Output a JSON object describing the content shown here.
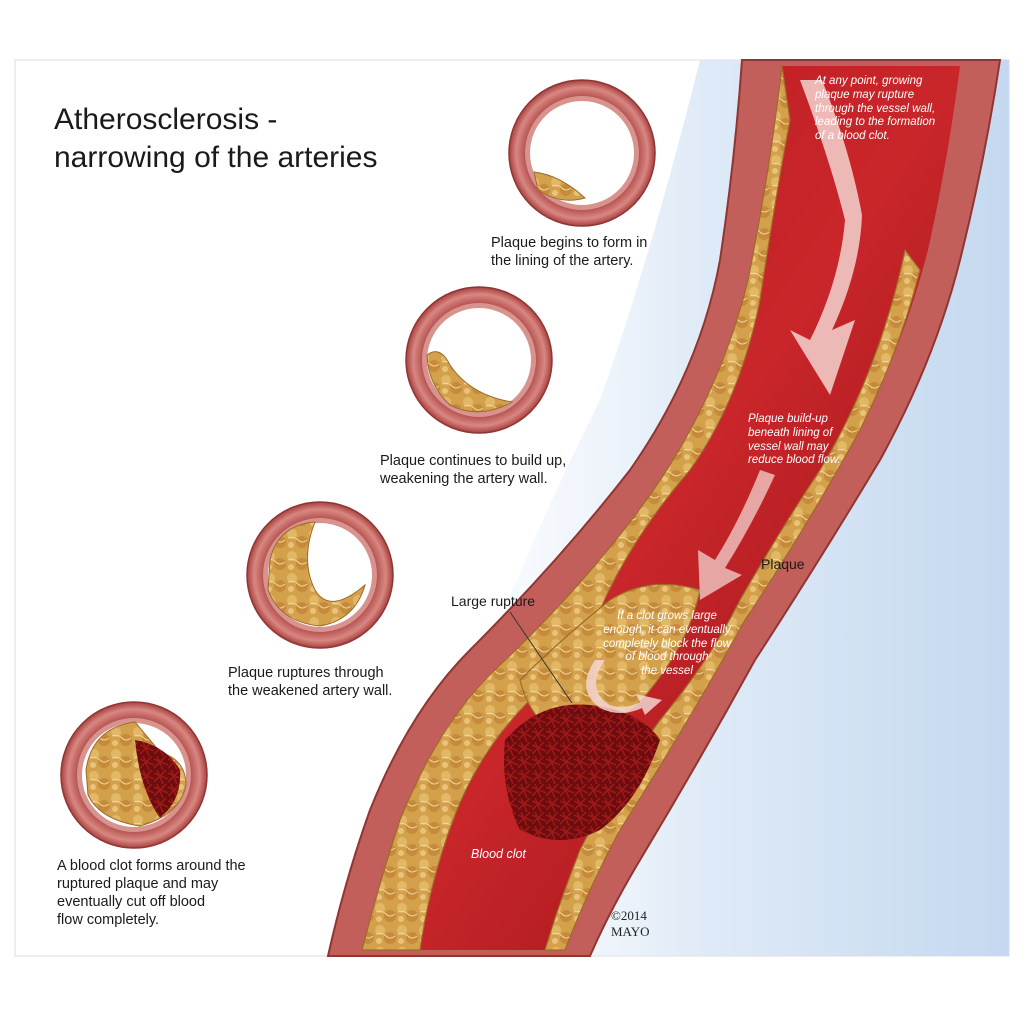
{
  "title_line1": "Atherosclerosis -",
  "title_line2": "narrowing of the arteries",
  "captions": {
    "stage1": [
      "Plaque begins to form in",
      "the lining of the artery."
    ],
    "stage2": [
      "Plaque continues to build up,",
      "weakening the artery wall."
    ],
    "stage3": [
      "Plaque ruptures through",
      "the weakened artery wall."
    ],
    "stage4": [
      "A blood clot forms around the",
      "ruptured plaque and may",
      "eventually cut off blood",
      "flow completely."
    ]
  },
  "callouts": {
    "rupture_note": [
      "At any point, growing",
      "plaque may rupture",
      "through the vessel wall,",
      "leading to the formation",
      "of a blood clot."
    ],
    "buildup_note": [
      "Plaque build-up",
      "beneath lining of",
      "vessel wall may",
      "reduce blood flow."
    ],
    "clot_note": [
      "If a clot grows large",
      "enough, it can eventually",
      "completely block the flow",
      "of blood through",
      "the vessel"
    ],
    "plaque_label": "Plaque",
    "large_rupture_label": "Large rupture",
    "blood_clot_label": "Blood clot"
  },
  "copyright": [
    "©2014",
    "MAYO"
  ],
  "colors": {
    "vessel_wall": "#c9645f",
    "blood": "#a8161b",
    "plaque": "#d4a24e",
    "background_glow": "#cfe0f3"
  }
}
